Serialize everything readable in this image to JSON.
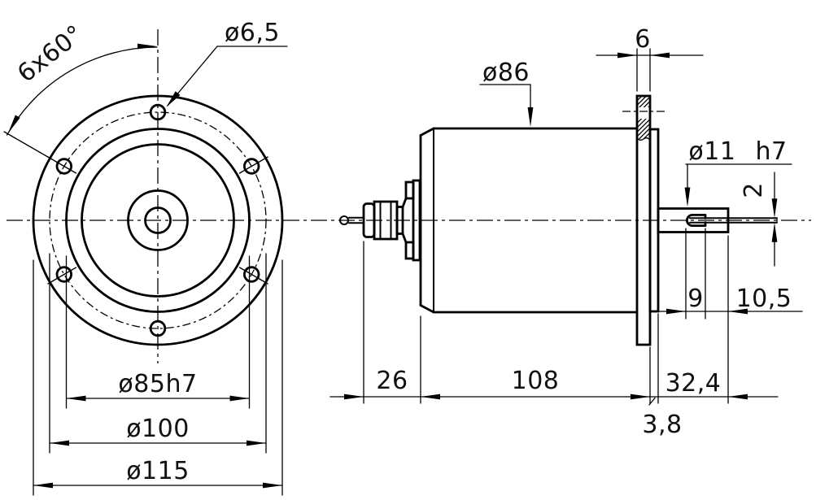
{
  "drawing_title": "flanged-motor-technical-drawing",
  "colors": {
    "line": "#000000",
    "background": "#ffffff"
  },
  "front_view": {
    "labels": {
      "bolt_pattern_angle": "6x60°",
      "bolt_hole_dia": "ø6,5",
      "pilot_dia": "ø85h7",
      "bolt_circle_dia": "ø100",
      "flange_dia": "ø115"
    },
    "bolt_hole_count": 6
  },
  "side_view": {
    "labels": {
      "body_dia": "ø86",
      "flange_thickness": "6",
      "shaft_dia": "ø11 h7",
      "pin_thickness": "2",
      "slot_length": "9",
      "slot_offset": "10,5",
      "front_length": "26",
      "body_length": "108",
      "shaft_length": "32,4",
      "spigot_depth": "3,8"
    }
  }
}
